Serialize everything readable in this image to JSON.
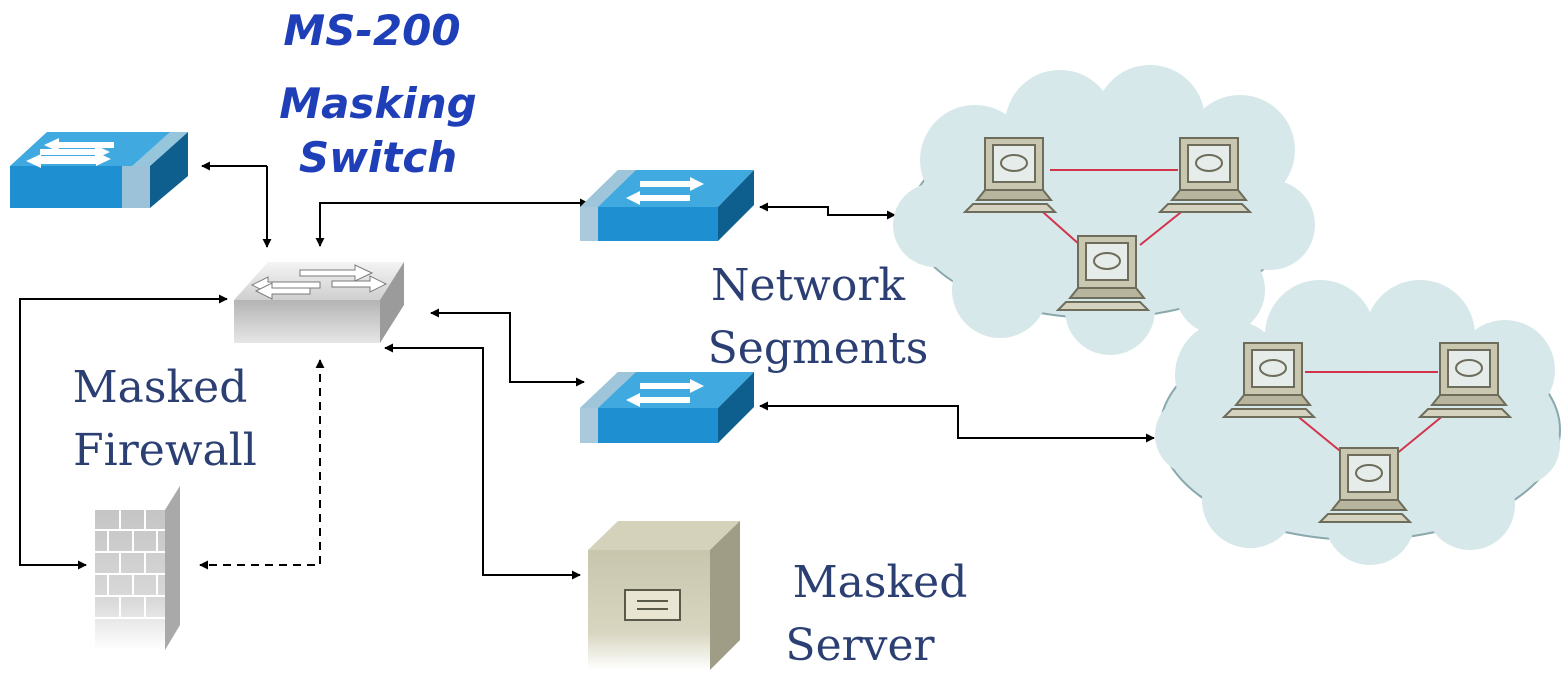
{
  "title": {
    "line1": "MS-200",
    "line2": "Masking",
    "line3": "Switch"
  },
  "labels": {
    "network_line1": "Network",
    "network_line2": "Segments",
    "firewall_line1": "Masked",
    "firewall_line2": "Firewall",
    "server_line1": "Masked",
    "server_line2": "Server"
  },
  "icons": {
    "external_switch": "switch-icon",
    "masking_switch": "masking-switch-icon",
    "segment_switch_top": "switch-icon",
    "segment_switch_bottom": "switch-icon",
    "firewall": "firewall-icon",
    "server": "server-icon",
    "cloud_top": "network-cloud-icon",
    "cloud_bottom": "network-cloud-icon",
    "workstation": "workstation-icon"
  },
  "colors": {
    "title": "#1f3fb8",
    "label": "#2b3f73",
    "switch_blue": "#1e8fd0",
    "cloud_fill": "#d6e8ea",
    "cloud_stroke": "#8aa9ad",
    "segment_link": "#d2334a",
    "connector": "#000000"
  }
}
